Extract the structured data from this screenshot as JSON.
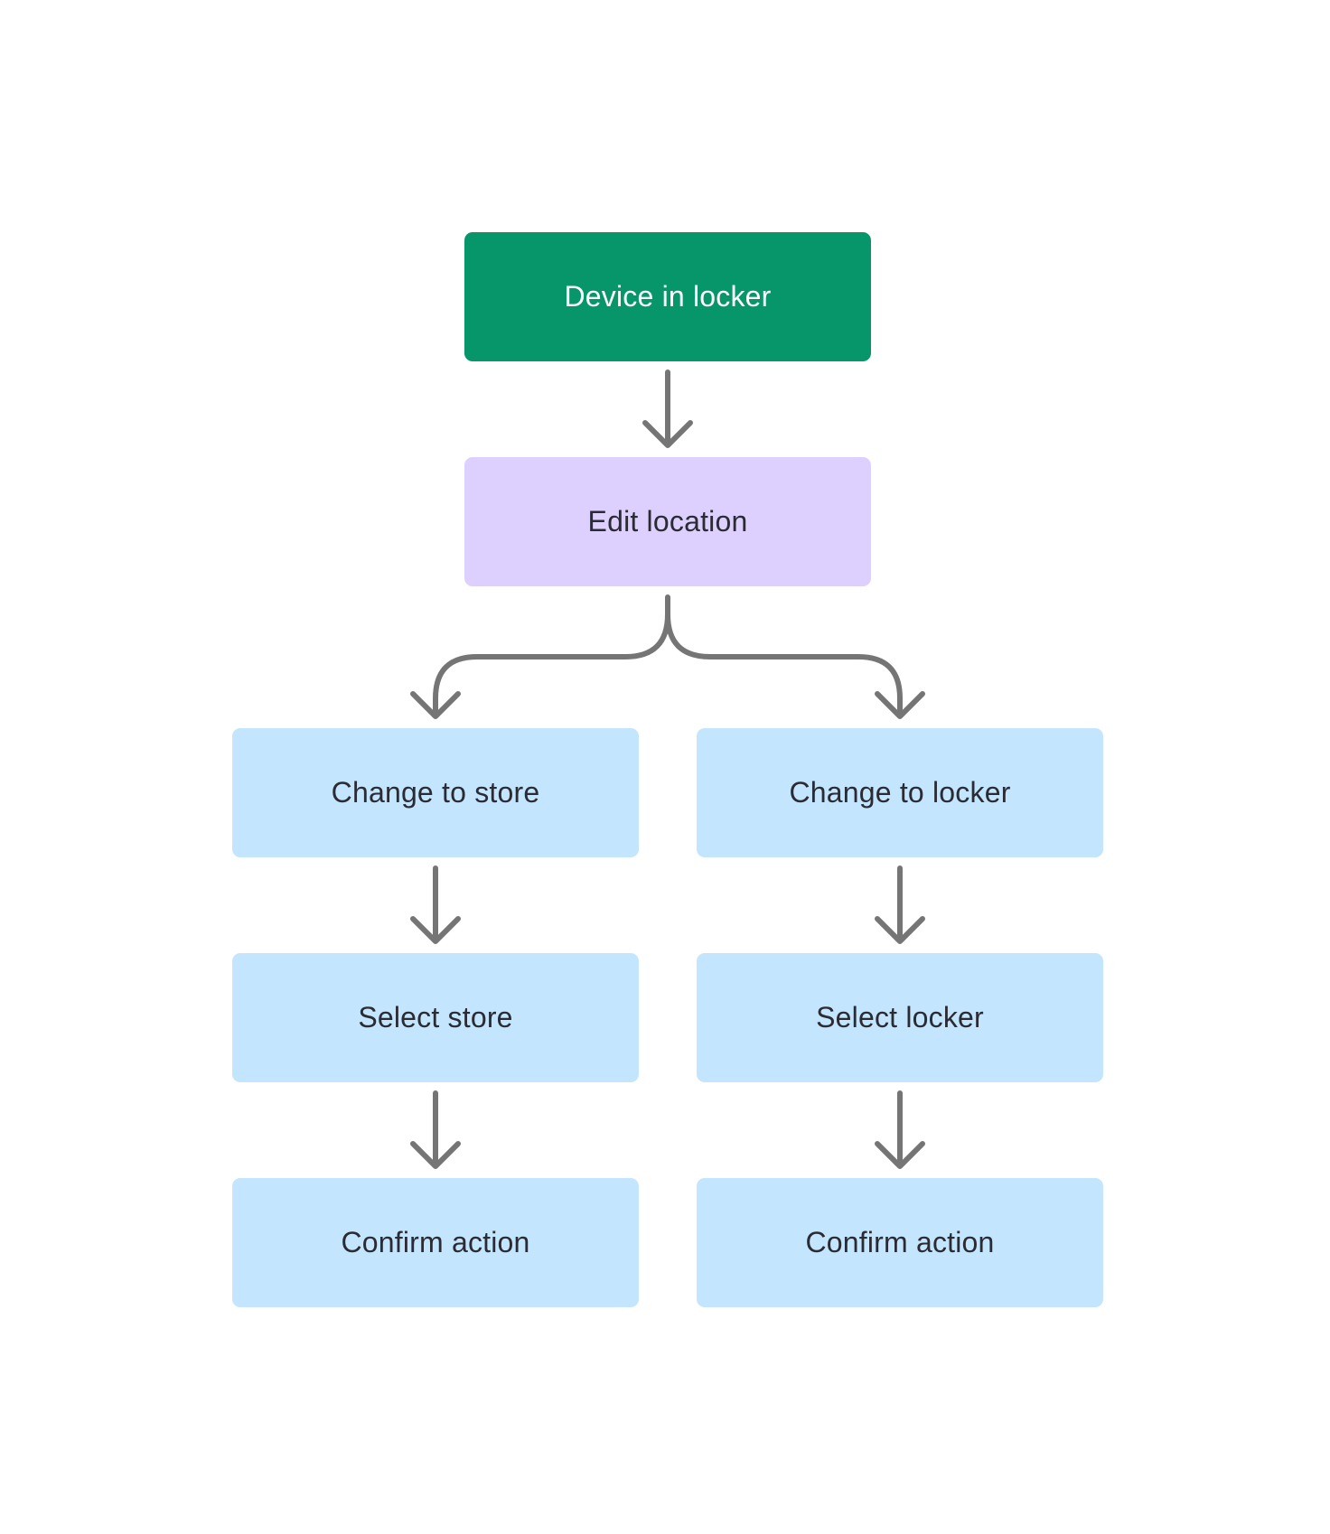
{
  "diagram": {
    "nodes": {
      "root": {
        "label": "Device in locker",
        "color": "#079669"
      },
      "edit": {
        "label": "Edit location",
        "color": "#ddd0fe"
      },
      "left_1": {
        "label": "Change to store",
        "color": "#c3e5fd"
      },
      "right_1": {
        "label": "Change to locker",
        "color": "#c3e5fd"
      },
      "left_2": {
        "label": "Select store",
        "color": "#c3e5fd"
      },
      "right_2": {
        "label": "Select locker",
        "color": "#c3e5fd"
      },
      "left_3": {
        "label": "Confirm action",
        "color": "#c3e5fd"
      },
      "right_3": {
        "label": "Confirm action",
        "color": "#c3e5fd"
      }
    },
    "edges": [
      {
        "from": "root",
        "to": "edit"
      },
      {
        "from": "edit",
        "to": "left_1"
      },
      {
        "from": "edit",
        "to": "right_1"
      },
      {
        "from": "left_1",
        "to": "left_2"
      },
      {
        "from": "left_2",
        "to": "left_3"
      },
      {
        "from": "right_1",
        "to": "right_2"
      },
      {
        "from": "right_2",
        "to": "right_3"
      }
    ],
    "connector_color": "#757575"
  }
}
